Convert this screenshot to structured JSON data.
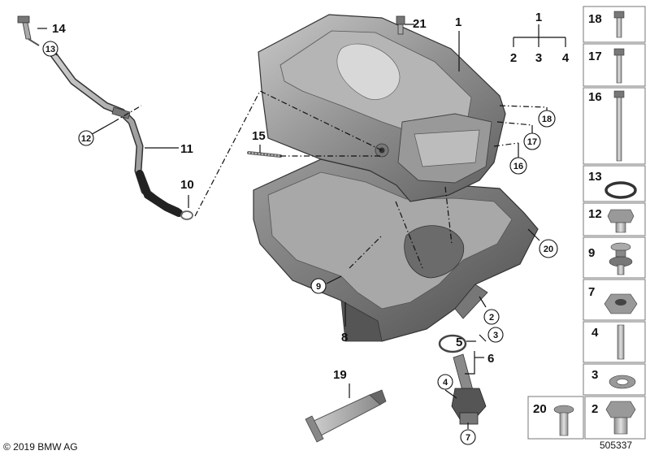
{
  "callouts": {
    "c1": "1",
    "c2": "2",
    "c3": "3",
    "c4": "4",
    "c5": "5",
    "c6": "6",
    "c7": "7",
    "c8": "8",
    "c9": "9",
    "c10": "10",
    "c11": "11",
    "c12": "12",
    "c13": "13",
    "c14": "14",
    "c15": "15",
    "c16": "16",
    "c17": "17",
    "c18": "18",
    "c19": "19",
    "c20": "20",
    "c21": "21"
  },
  "tree": {
    "top": "1",
    "left": "2",
    "mid": "3",
    "right": "4"
  },
  "legend": {
    "items": [
      "18",
      "17",
      "16",
      "13",
      "12",
      "9",
      "7",
      "4",
      "3",
      "20",
      "2"
    ]
  },
  "footer": {
    "copyright": "© 2019 BMW AG",
    "diagram_id": "505337"
  }
}
